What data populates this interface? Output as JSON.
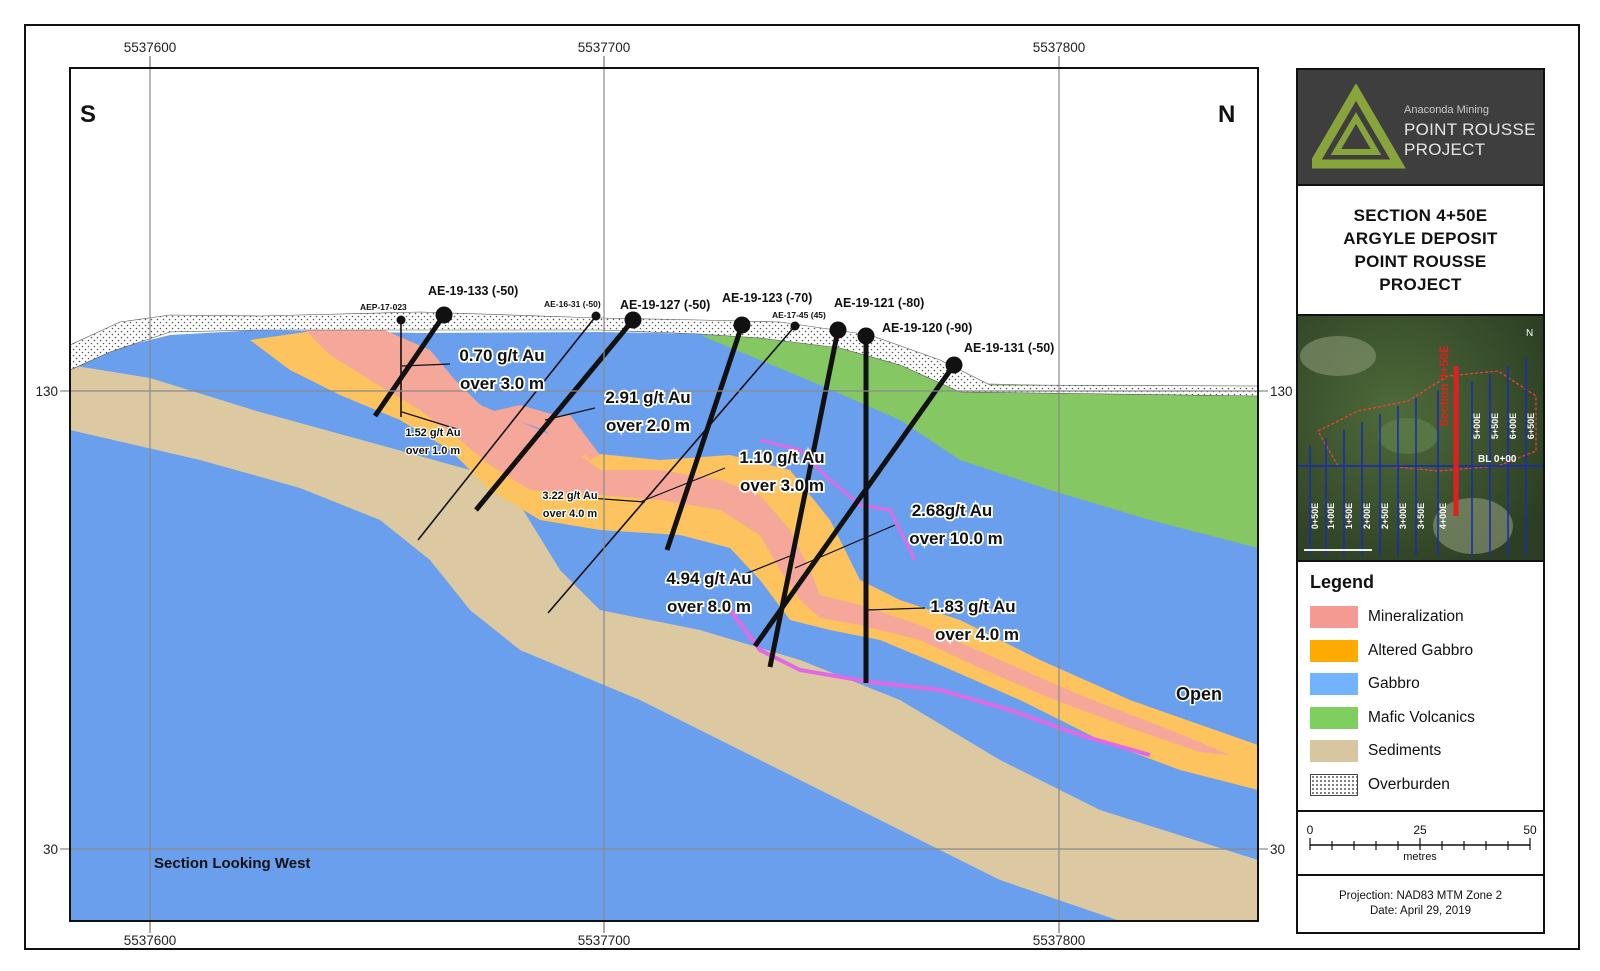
{
  "map": {
    "direction_left": "S",
    "direction_right": "N",
    "northing_ticks": [
      "5537600",
      "5537700",
      "5537800"
    ],
    "elevation_ticks": [
      "130",
      "30"
    ],
    "view_note": "Section Looking West",
    "open_label": "Open",
    "drill_holes": [
      {
        "id": "AEP-17-023",
        "dip": ""
      },
      {
        "id": "AE-19-133 (-50)"
      },
      {
        "id": "AE-16-31 (-50)"
      },
      {
        "id": "AE-19-127 (-50)"
      },
      {
        "id": "AE-19-123 (-70)"
      },
      {
        "id": "AE-17-45 (45)"
      },
      {
        "id": "AE-19-121 (-80)"
      },
      {
        "id": "AE-19-120 (-90)"
      },
      {
        "id": "AE-19-131 (-50)"
      }
    ],
    "intercepts": [
      {
        "grade": "0.70 g/t Au",
        "length": "over 3.0 m"
      },
      {
        "grade": "1.52 g/t Au",
        "length": "over 1.0 m"
      },
      {
        "grade": "2.91 g/t Au",
        "length": "over 2.0 m"
      },
      {
        "grade": "1.10 g/t Au",
        "length": "over 3.0 m"
      },
      {
        "grade": "3.22 g/t Au",
        "length": "over 4.0 m"
      },
      {
        "grade": "2.68g/t Au",
        "length": "over 10.0 m"
      },
      {
        "grade": "4.94 g/t Au",
        "length": "over 8.0 m"
      },
      {
        "grade": "1.83 g/t Au",
        "length": "over 4.0 m"
      }
    ]
  },
  "panel": {
    "logo": {
      "company": "Anaconda Mining",
      "line1": "POINT ROUSSE",
      "line2": "PROJECT"
    },
    "title": [
      "SECTION 4+50E",
      "ARGYLE DEPOSIT",
      "POINT ROUSSE",
      "PROJECT"
    ],
    "inset": {
      "sections": [
        "0+50E",
        "1+00E",
        "1+50E",
        "2+00E",
        "2+50E",
        "3+00E",
        "3+50E",
        "4+00E",
        "5+00E",
        "5+50E",
        "6+00E",
        "6+50E"
      ],
      "highlight": "Section 4+50E",
      "baseline": "BL 0+00"
    },
    "legend": {
      "title": "Legend",
      "items": [
        {
          "label": "Mineralization",
          "color": "#f59a92"
        },
        {
          "label": "Altered Gabbro",
          "color": "#ffaa00"
        },
        {
          "label": "Gabbro",
          "color": "#73b2ff"
        },
        {
          "label": "Mafic Volcanics",
          "color": "#7fcf60"
        },
        {
          "label": "Sediments",
          "color": "#d8c6a0"
        },
        {
          "label": "Overburden",
          "color": "#ffffff"
        }
      ]
    },
    "scale": {
      "ticks": [
        "0",
        "25",
        "50"
      ],
      "unit": "metres"
    },
    "projection": "Projection: NAD83 MTM Zone 2",
    "date": "Date: April 29, 2019"
  },
  "colors": {
    "gabbro": "#6a9fee",
    "sediments": "#dcc9a1",
    "mafic_volcanics": "#85c863",
    "altered_gabbro": "#fcc35e",
    "mineralization": "#f5a79a",
    "magenta_vein": "#e169e6",
    "logo_bg": "#3e3e3e",
    "logo_green": "#8aa43c",
    "highlight_red": "#e02020"
  }
}
